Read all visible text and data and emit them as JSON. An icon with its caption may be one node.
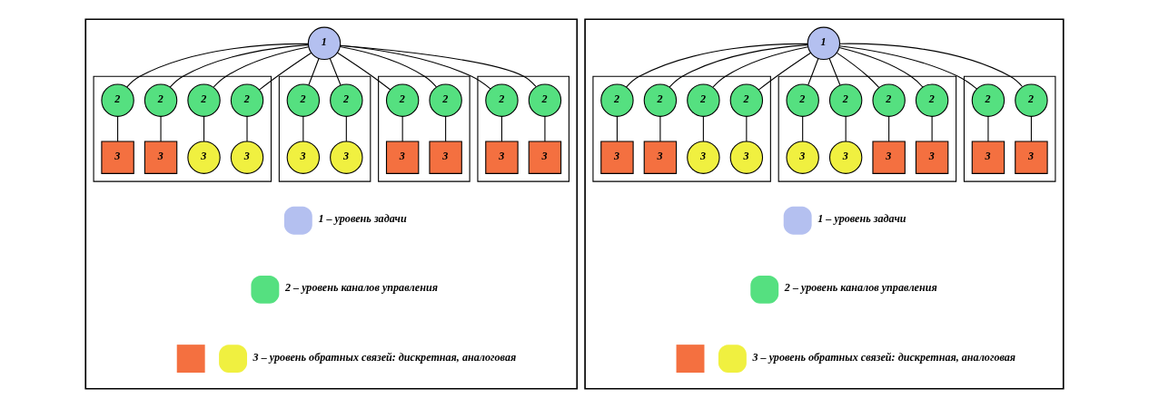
{
  "diagram": {
    "nodes": [
      {
        "text": [],
        "shape": "box"
      },
      {
        "text": [
          "1"
        ],
        "in": 0
      },
      {
        "text": [],
        "shape": "box",
        "in": 0
      },
      {
        "text": [
          "2"
        ],
        "in": 2
      },
      {
        "text": [
          "2"
        ],
        "in": 2
      },
      {
        "text": [
          "2"
        ],
        "in": 2
      },
      {
        "text": [
          "2"
        ],
        "in": 2
      },
      {
        "text": [
          "3"
        ],
        "in": 2
      },
      {
        "text": [
          "3"
        ],
        "in": 2
      },
      {
        "text": [
          "3"
        ],
        "in": 2
      },
      {
        "text": [
          "3"
        ],
        "in": 2
      },
      {
        "text": [],
        "shape": "box",
        "in": 0
      },
      {
        "text": [
          "2"
        ],
        "in": 11
      },
      {
        "text": [
          "2"
        ],
        "in": 11
      },
      {
        "text": [
          "3"
        ],
        "in": 11
      },
      {
        "text": [
          "3"
        ],
        "in": 11
      },
      {
        "text": [],
        "shape": "box",
        "in": 0
      },
      {
        "text": [
          "2"
        ],
        "in": 16
      },
      {
        "text": [
          "2"
        ],
        "in": 16
      },
      {
        "text": [
          "3"
        ],
        "in": 16
      },
      {
        "text": [
          "3"
        ],
        "in": 16
      },
      {
        "text": [],
        "shape": "box",
        "in": 0
      },
      {
        "text": [
          "2"
        ],
        "in": 21
      },
      {
        "text": [
          "2"
        ],
        "in": 21
      },
      {
        "text": [
          "3"
        ],
        "in": 21
      },
      {
        "text": [
          "3"
        ],
        "in": 21
      },
      {
        "text": [],
        "shape": "box"
      },
      {
        "text": [
          "1"
        ],
        "in": 26
      },
      {
        "text": [],
        "shape": "box",
        "in": 26
      },
      {
        "text": [
          "2"
        ],
        "in": 28
      },
      {
        "text": [
          "2"
        ],
        "in": 28
      },
      {
        "text": [
          "2"
        ],
        "in": 28
      },
      {
        "text": [
          "2"
        ],
        "in": 28
      },
      {
        "text": [
          "3"
        ],
        "in": 28
      },
      {
        "text": [
          "3"
        ],
        "in": 28
      },
      {
        "text": [
          "3"
        ],
        "in": 28
      },
      {
        "text": [
          "3"
        ],
        "in": 28
      },
      {
        "text": [],
        "shape": "box",
        "in": 26
      },
      {
        "text": [
          "2"
        ],
        "in": 37
      },
      {
        "text": [
          "2"
        ],
        "in": 37
      },
      {
        "text": [
          "2"
        ],
        "in": 37
      },
      {
        "text": [
          "2"
        ],
        "in": 37
      },
      {
        "text": [
          "3"
        ],
        "in": 37
      },
      {
        "text": [
          "3"
        ],
        "in": 37
      },
      {
        "text": [
          "3"
        ],
        "in": 37
      },
      {
        "text": [
          "3"
        ],
        "in": 37
      },
      {
        "text": [],
        "shape": "box",
        "in": 26
      },
      {
        "text": [
          "2"
        ],
        "in": 46
      },
      {
        "text": [
          "2"
        ],
        "in": 46
      },
      {
        "text": [
          "3"
        ],
        "in": 46
      },
      {
        "text": [
          "3"
        ],
        "in": 46
      }
    ],
    "edges": [
      {
        "from": 1,
        "to": 3,
        "arrow": "none"
      },
      {
        "from": 1,
        "to": 4,
        "arrow": "none"
      },
      {
        "from": 1,
        "to": 5,
        "arrow": "none"
      },
      {
        "from": 1,
        "to": 6,
        "arrow": "none"
      },
      {
        "from": 1,
        "to": 12,
        "arrow": "none"
      },
      {
        "from": 1,
        "to": 13,
        "arrow": "none"
      },
      {
        "from": 1,
        "to": 17,
        "arrow": "none"
      },
      {
        "from": 1,
        "to": 18,
        "arrow": "none"
      },
      {
        "from": 1,
        "to": 22,
        "arrow": "none"
      },
      {
        "from": 1,
        "to": 23,
        "arrow": "none"
      },
      {
        "from": 3,
        "to": 7,
        "arrow": "none"
      },
      {
        "from": 4,
        "to": 8,
        "arrow": "none"
      },
      {
        "from": 5,
        "to": 9,
        "arrow": "none"
      },
      {
        "from": 6,
        "to": 10,
        "arrow": "none"
      },
      {
        "from": 12,
        "to": 14,
        "arrow": "none"
      },
      {
        "from": 13,
        "to": 15,
        "arrow": "none"
      },
      {
        "from": 17,
        "to": 19,
        "arrow": "none"
      },
      {
        "from": 18,
        "to": 20,
        "arrow": "none"
      },
      {
        "from": 22,
        "to": 24,
        "arrow": "none"
      },
      {
        "from": 23,
        "to": 25,
        "arrow": "none"
      },
      {
        "from": 27,
        "to": 29,
        "arrow": "none"
      },
      {
        "from": 27,
        "to": 30,
        "arrow": "none"
      },
      {
        "from": 27,
        "to": 31,
        "arrow": "none"
      },
      {
        "from": 27,
        "to": 32,
        "arrow": "none"
      },
      {
        "from": 27,
        "to": 38,
        "arrow": "none"
      },
      {
        "from": 27,
        "to": 39,
        "arrow": "none"
      },
      {
        "from": 27,
        "to": 40,
        "arrow": "none"
      },
      {
        "from": 27,
        "to": 41,
        "arrow": "none"
      },
      {
        "from": 27,
        "to": 47,
        "arrow": "none"
      },
      {
        "from": 27,
        "to": 48,
        "arrow": "none"
      },
      {
        "from": 29,
        "to": 33,
        "arrow": "none"
      },
      {
        "from": 30,
        "to": 34,
        "arrow": "none"
      },
      {
        "from": 31,
        "to": 35,
        "arrow": "none"
      },
      {
        "from": 32,
        "to": 36,
        "arrow": "none"
      },
      {
        "from": 38,
        "to": 42,
        "arrow": "none"
      },
      {
        "from": 39,
        "to": 43,
        "arrow": "none"
      },
      {
        "from": 40,
        "to": 44,
        "arrow": "none"
      },
      {
        "from": 41,
        "to": 45,
        "arrow": "none"
      },
      {
        "from": 47,
        "to": 49,
        "arrow": "none"
      },
      {
        "from": 48,
        "to": 50,
        "arrow": "none"
      }
    ],
    "legend": [
      {
        "text": "1 – уровень задачи",
        "color": "#b4c0f0"
      },
      {
        "text": "2 – уровень каналов управления",
        "color": "#55e080"
      },
      {
        "text": "3 – уровень обратных связей: дискретная, аналоговая"
      },
      {
        "text": "1 – уровень задачи",
        "color": "#b4c0f0"
      },
      {
        "text": "2 – уровень каналов управления",
        "color": "#55e080"
      },
      {
        "text": "3 – уровень обратных связей: дискретная, аналоговая"
      }
    ]
  }
}
